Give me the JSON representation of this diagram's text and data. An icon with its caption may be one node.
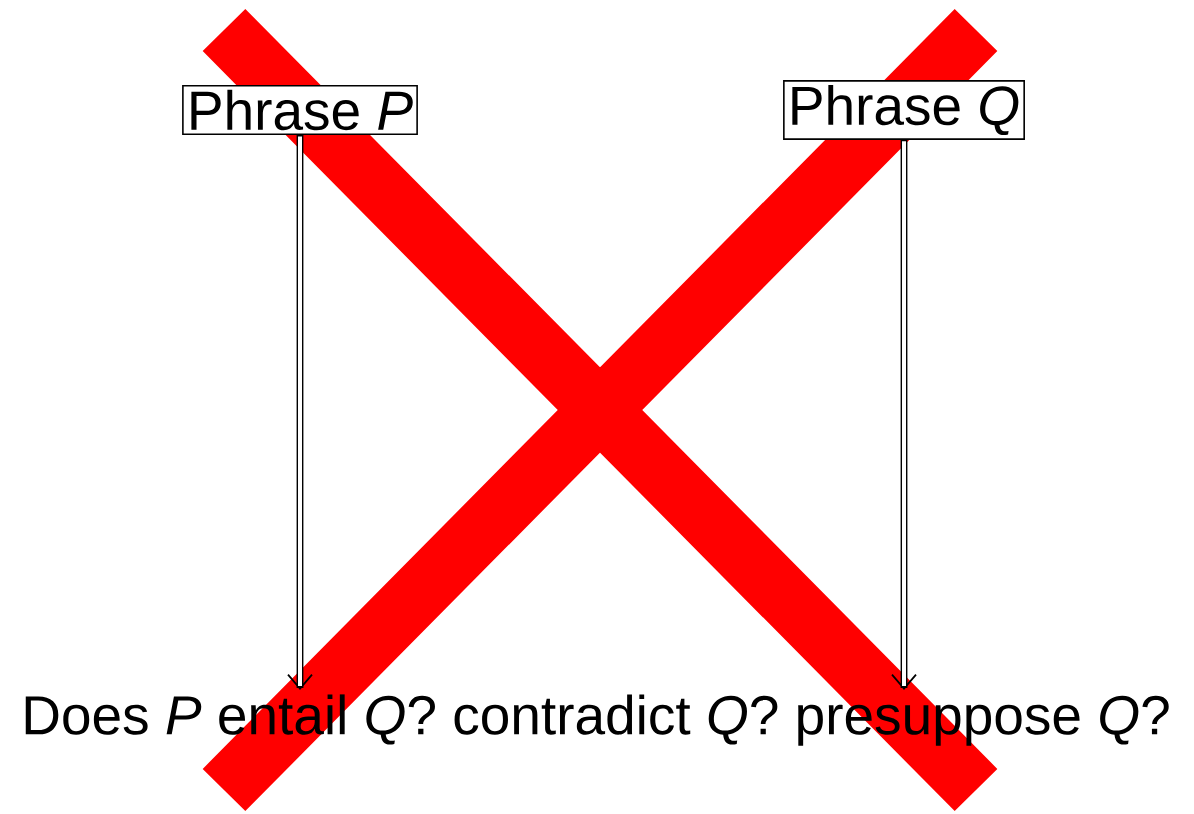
{
  "diagram": {
    "nodes": [
      {
        "text": [
          "Phrase *P*"
        ]
      },
      {
        "text": [
          "Phrase *Q*"
        ]
      },
      {
        "text": [
          "Does *P* entail *Q*? contradict *Q*? presuppose *Q*?"
        ]
      }
    ],
    "edges": [
      {
        "from": 0,
        "to": 2,
        "arrow": "to"
      },
      {
        "from": 1,
        "to": 2,
        "arrow": "to"
      }
    ]
  }
}
